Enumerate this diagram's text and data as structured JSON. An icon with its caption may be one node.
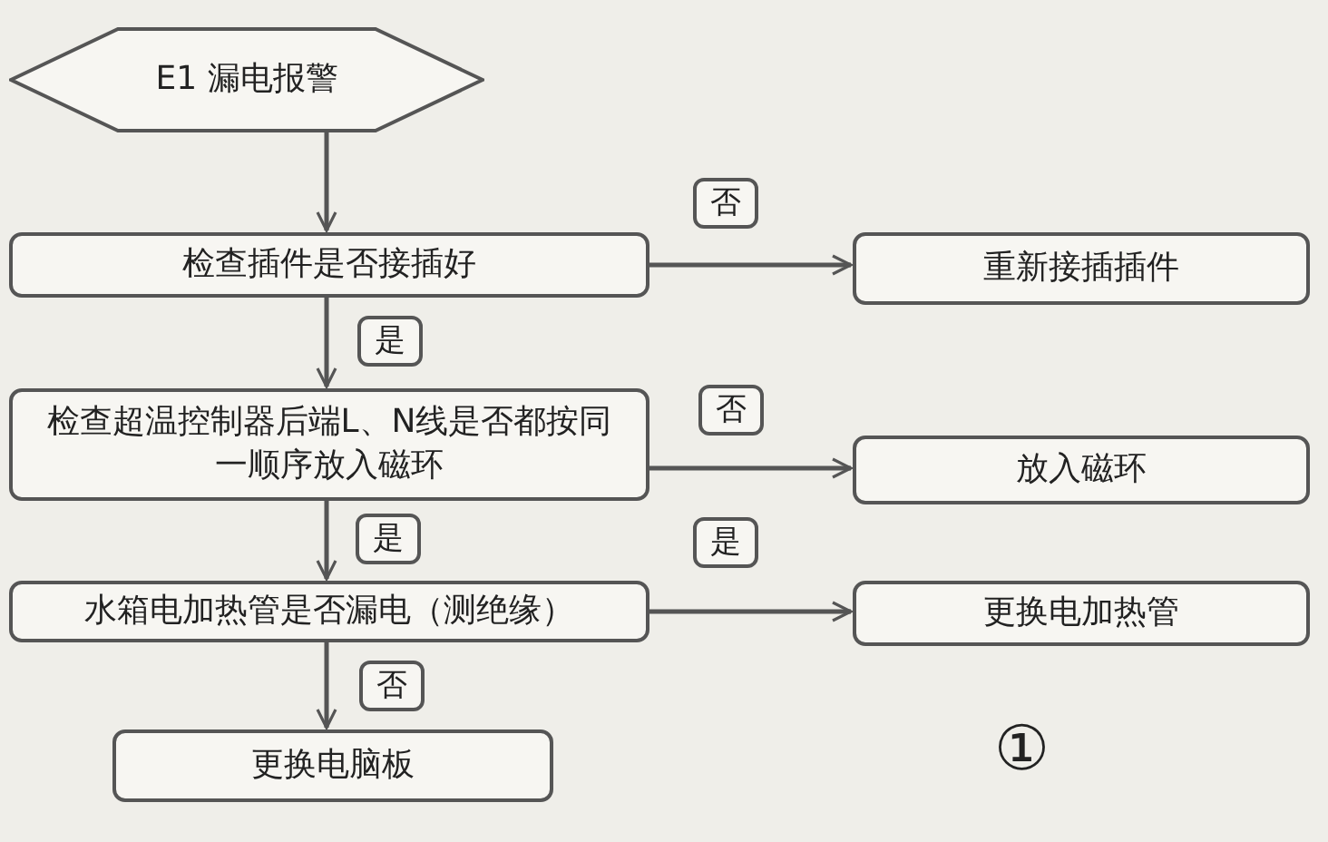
{
  "diagram": {
    "nodes": [
      {
        "text": [
          "E1 漏电报警"
        ]
      },
      {
        "text": [
          "检查插件是否接插好"
        ]
      },
      {
        "text": [
          "重新接插插件"
        ]
      },
      {
        "text": [
          "检查超温控制器后端L、N线是否都按同一顺序放入磁环"
        ]
      },
      {
        "text": [
          "放入磁环"
        ]
      },
      {
        "text": [
          "水箱电加热管是否漏电（测绝缘）"
        ]
      },
      {
        "text": [
          "更换电加热管"
        ]
      },
      {
        "text": [
          "更换电脑板"
        ]
      }
    ],
    "edges": [
      {
        "from": 0,
        "to": 1,
        "arrow": "to"
      },
      {
        "from": 1,
        "to": 2,
        "arrow": "to",
        "label": "否"
      },
      {
        "from": 1,
        "to": 3,
        "arrow": "to",
        "label": "是"
      },
      {
        "from": 3,
        "to": 4,
        "arrow": "to",
        "label": "否"
      },
      {
        "from": 3,
        "to": 5,
        "arrow": "to",
        "label": "是"
      },
      {
        "from": 5,
        "to": 6,
        "arrow": "to",
        "label": "是"
      },
      {
        "from": 5,
        "to": 7,
        "arrow": "to",
        "label": "否"
      }
    ],
    "labels": [
      "①"
    ]
  }
}
